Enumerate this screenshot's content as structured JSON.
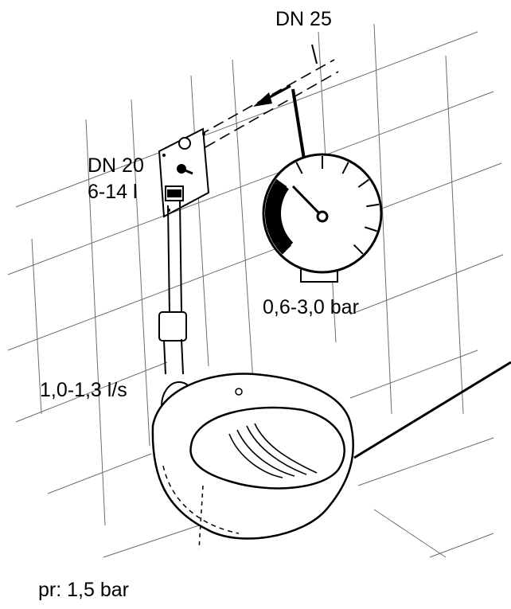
{
  "labels": {
    "supply_pipe": "DN 25",
    "flush_valve_size": "DN 20",
    "flush_volume": "6-14 l",
    "pressure_range": "0,6-3,0 bar",
    "flow_rate": "1,0-1,3 l/s",
    "flow_pressure": "pr: 1,5 bar"
  },
  "gauge": {
    "scale_min": 0,
    "scale_max": 10,
    "highlight_range": [
      0.6,
      3.0
    ]
  },
  "colors": {
    "ink": "#000000",
    "paper": "#ffffff",
    "tile_lines": "#3a3a3a"
  }
}
